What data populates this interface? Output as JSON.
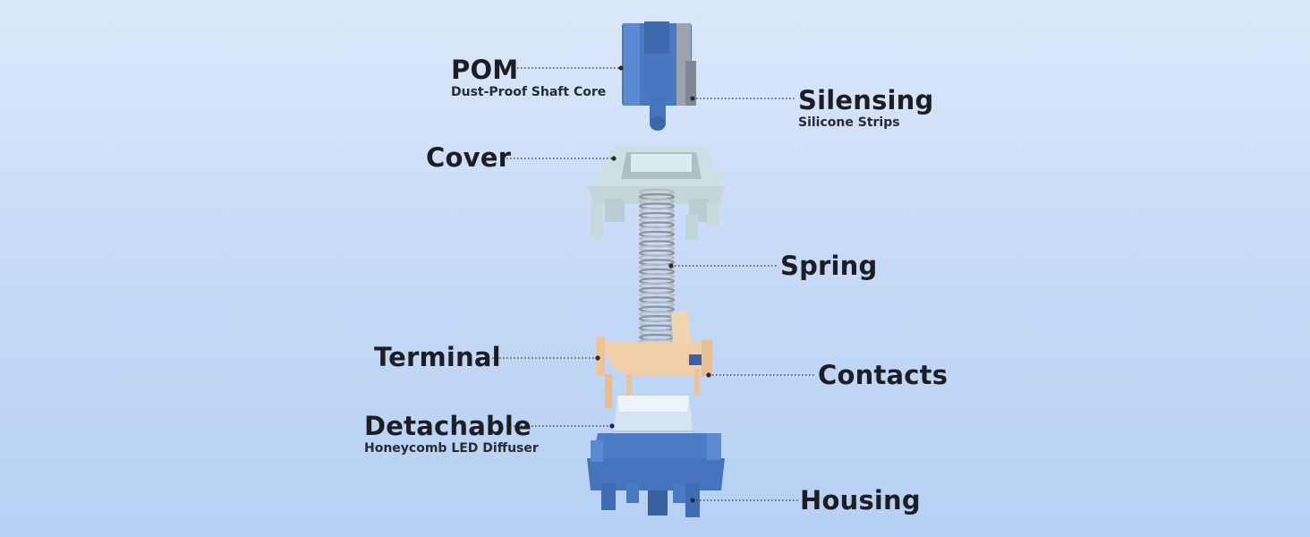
{
  "labels": {
    "pom": {
      "title": "POM",
      "subtitle": "Dust-Proof Shaft Core"
    },
    "silensing": {
      "title": "Silensing",
      "subtitle": "Silicone Strips"
    },
    "cover": {
      "title": "Cover"
    },
    "spring": {
      "title": "Spring"
    },
    "terminal": {
      "title": "Terminal"
    },
    "contacts": {
      "title": "Contacts"
    },
    "detachable": {
      "title": "Detachable",
      "subtitle": "Honeycomb LED Diffuser"
    },
    "housing": {
      "title": "Housing"
    }
  },
  "colors": {
    "stem_blue": "#4a78c0",
    "housing_blue": "#4d7cc6",
    "cover_mint": "#cfe0e4",
    "spring_metal": "#9aa0a8",
    "copper": "#f0cfa8",
    "diffuser": "#d8e4f2",
    "leader": "#2b2c30"
  }
}
